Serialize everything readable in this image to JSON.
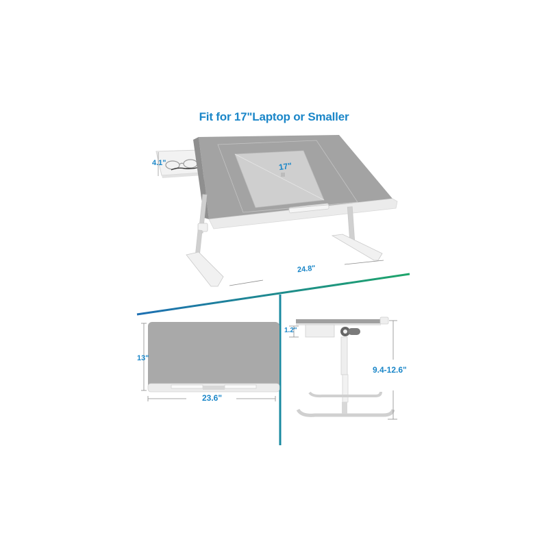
{
  "title": "Fit for 17\"Laptop or Smaller",
  "colors": {
    "accent_text": "#1a86c8",
    "divider_blue": "#1d7fb0",
    "divider_green": "#1e9a6e",
    "tray_gray": "#a9a9a9",
    "tray_edge": "#ececec"
  },
  "views": {
    "perspective": {
      "drawer_height": "4.1\"",
      "laptop_size": "17\"",
      "width": "24.8\""
    },
    "top": {
      "height": "13\"",
      "width": "23.6\""
    },
    "side": {
      "drawer_depth": "1.2\"",
      "height_range": "9.4-12.6\""
    }
  }
}
